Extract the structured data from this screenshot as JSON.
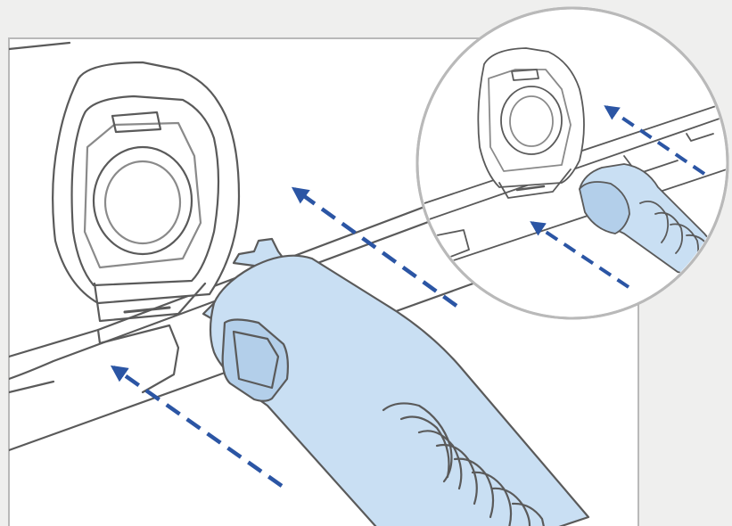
{
  "illustration": {
    "subject": "heated-tube-and-air-tube-connection",
    "colors": {
      "background": "#efefee",
      "panel": "#ffffff",
      "panel_border": "#b9b9b9",
      "outline": "#5a5a5a",
      "outline_light": "#8a8a8a",
      "tube_fill": "#c9dff3",
      "tube_shade": "#b3cfea",
      "arrow": "#2b55a4"
    },
    "arrows": [
      "arrow-main-upper",
      "arrow-main-lower",
      "arrow-inset-upper",
      "arrow-inset-lower"
    ],
    "icons": [
      "air-outlet-icon",
      "heated-tube-connector-icon",
      "standard-tube-cuff-icon"
    ]
  }
}
